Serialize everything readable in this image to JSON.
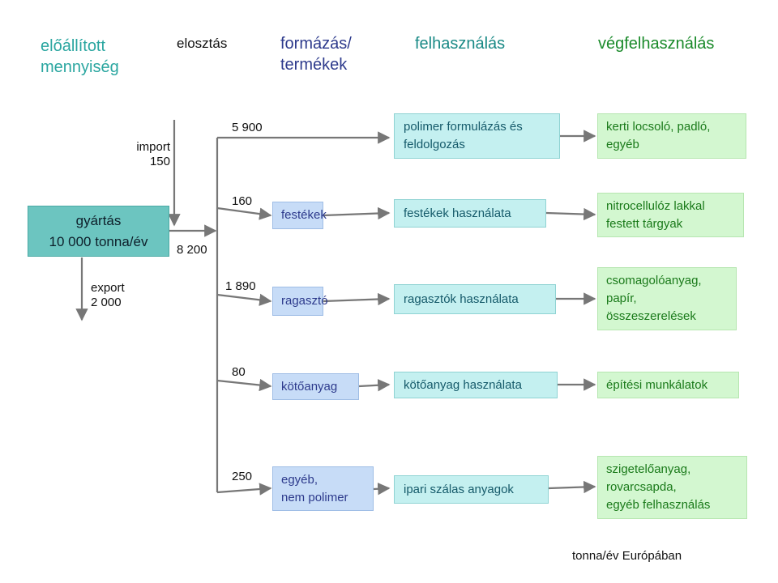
{
  "headers": {
    "produced_line1": "előállított",
    "produced_line2": "mennyiség",
    "distribution": "elosztás",
    "forming_line1": "formázás/",
    "forming_line2": "termékek",
    "usage": "felhasználás",
    "end_use": "végfelhasználás"
  },
  "production": {
    "label_line1": "gyártás",
    "label_line2": "10 000 tonna/év",
    "import_label": "import\n150",
    "export_label": "export\n2 000",
    "distribution_total": "8 200"
  },
  "branches": [
    {
      "quantity": "5 900",
      "product": "",
      "usage": "polimer formulázás és\nfeldolgozás",
      "end_use": "kerti locsoló, padló,\negyéb"
    },
    {
      "quantity": "160",
      "product": "festékek",
      "usage": "festékek használata",
      "end_use": "nitrocellulóz lakkal\nfestett tárgyak"
    },
    {
      "quantity": "1 890",
      "product": "ragasztó",
      "usage": "ragasztók használata",
      "end_use": "csomagolóanyag,\npapír,\nösszeszerelések"
    },
    {
      "quantity": "80",
      "product": "kötőanyag",
      "usage": "kötőanyag használata",
      "end_use": "építési munkálatok"
    },
    {
      "quantity": "250",
      "product": "egyéb,\nnem polimer",
      "usage": "ipari szálas anyagok",
      "end_use": "szigetelőanyag,\nrovarcsapda,\n egyéb felhasználás"
    }
  ],
  "footer": "tonna/év Európában",
  "colors": {
    "arrow": "#777777",
    "production_box": "#6cc5c0",
    "product_box": "#c7dcf7",
    "usage_box": "#c4f0f0",
    "end_use_box": "#d3f7d0"
  }
}
